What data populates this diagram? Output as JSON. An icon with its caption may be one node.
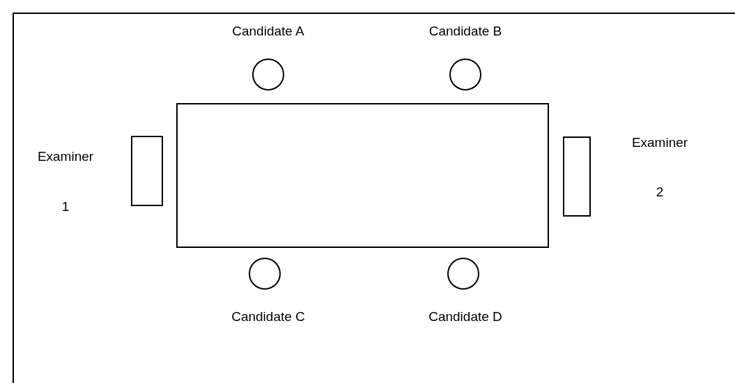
{
  "diagram": {
    "nodes": [
      {
        "text": [],
        "shape": "circle",
        "beside": [
          "Candidate A"
        ]
      },
      {
        "text": [],
        "shape": "circle",
        "beside": [
          "Candidate B"
        ]
      },
      {
        "text": [],
        "shape": "box",
        "beside": [
          "Examiner",
          "1"
        ]
      },
      {
        "text": [],
        "shape": "box"
      },
      {
        "text": [],
        "shape": "box",
        "beside": [
          "Examiner",
          "2"
        ]
      },
      {
        "text": [],
        "shape": "circle",
        "beside": [
          "Candidate C"
        ]
      },
      {
        "text": [],
        "shape": "circle",
        "beside": [
          "Candidate D"
        ]
      }
    ]
  }
}
